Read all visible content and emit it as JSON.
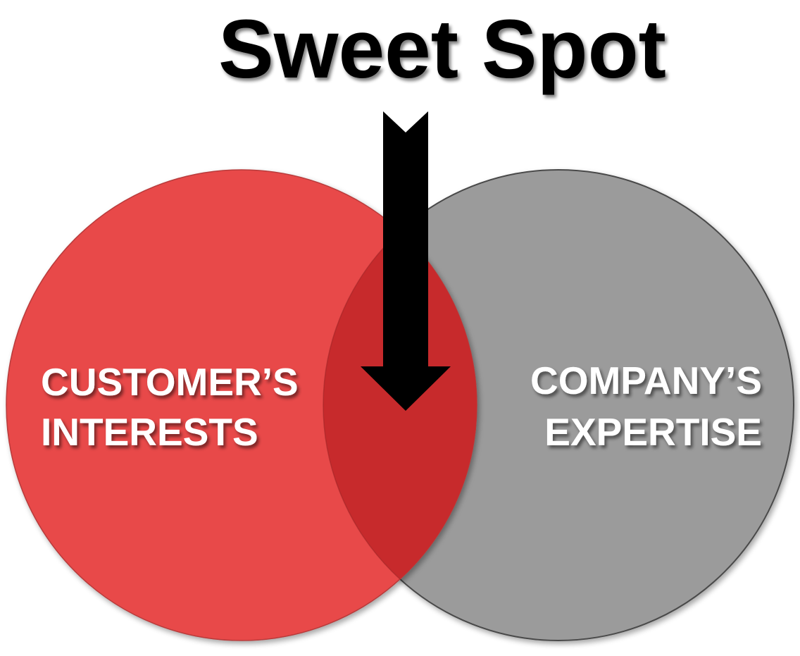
{
  "title": "Sweet Spot",
  "left_circle": {
    "line1": "CUSTOMER’S",
    "line2": "INTERESTS",
    "color": "#E84A4A"
  },
  "right_circle": {
    "line1": "COMPANY’S",
    "line2": "EXPERTISE",
    "color": "#9B9B9B"
  },
  "overlap_color": "#C72A2C",
  "arrow_color": "#000000",
  "label_color": "#FFFFFF"
}
